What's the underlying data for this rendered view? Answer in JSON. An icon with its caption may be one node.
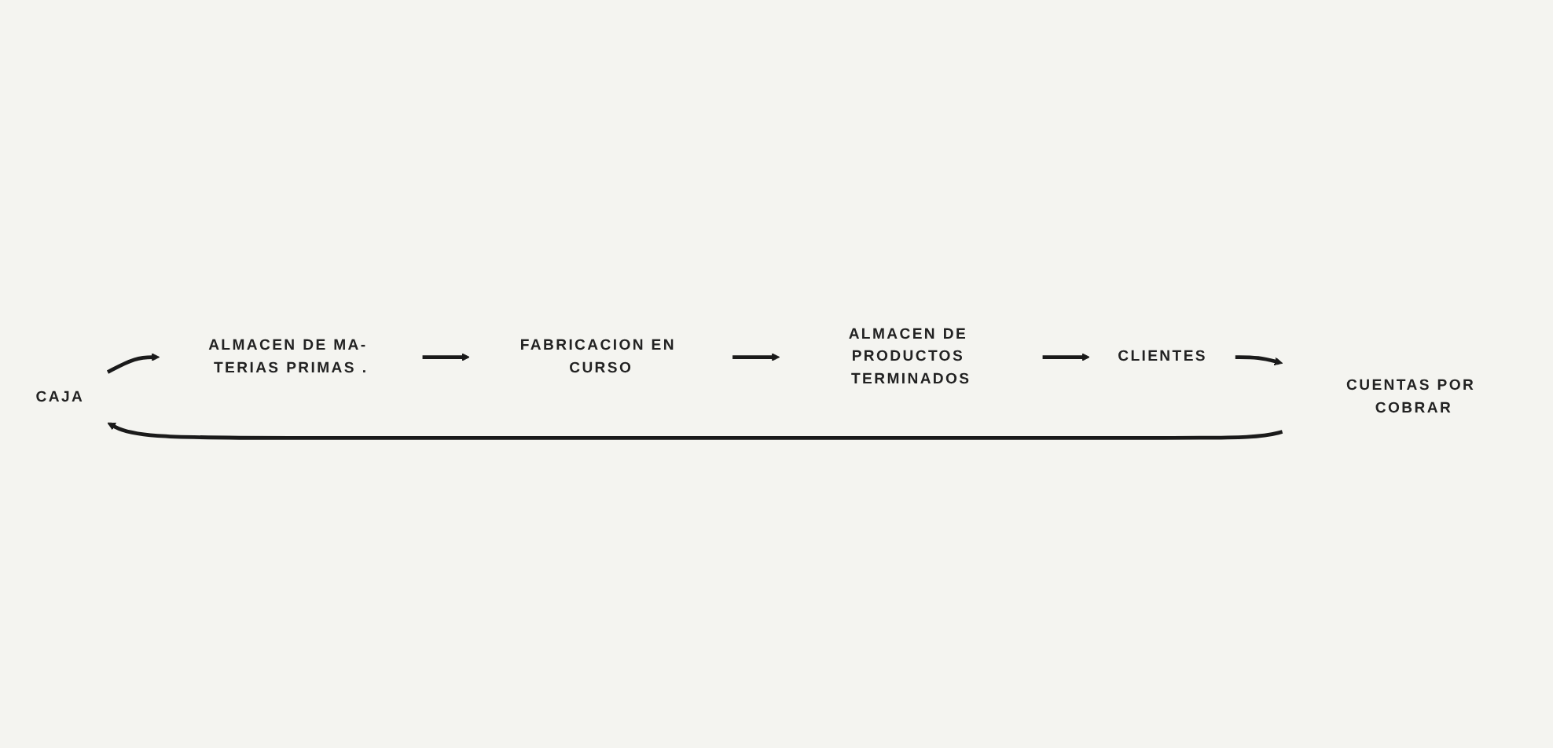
{
  "diagram": {
    "nodes": [
      {
        "text": [
          "CAJA"
        ]
      },
      {
        "text": [
          "ALMACEN DE MA- TERIAS PRIMAS ."
        ]
      },
      {
        "text": [
          "FABRICACION EN CURSO"
        ]
      },
      {
        "text": [
          "ALMACEN DE PRODUCTOS TERMINADOS"
        ]
      },
      {
        "text": [
          "CLIENTES"
        ]
      },
      {
        "text": [
          "CUENTAS POR COBRAR"
        ]
      }
    ],
    "edges": [
      {
        "from": 0,
        "to": 1,
        "arrow": "to"
      },
      {
        "from": 1,
        "to": 2,
        "arrow": "to"
      },
      {
        "from": 2,
        "to": 3,
        "arrow": "to"
      },
      {
        "from": 3,
        "to": 4,
        "arrow": "to"
      },
      {
        "from": 4,
        "to": 5,
        "arrow": "to"
      },
      {
        "from": 5,
        "to": 0,
        "arrow": "to"
      }
    ]
  }
}
